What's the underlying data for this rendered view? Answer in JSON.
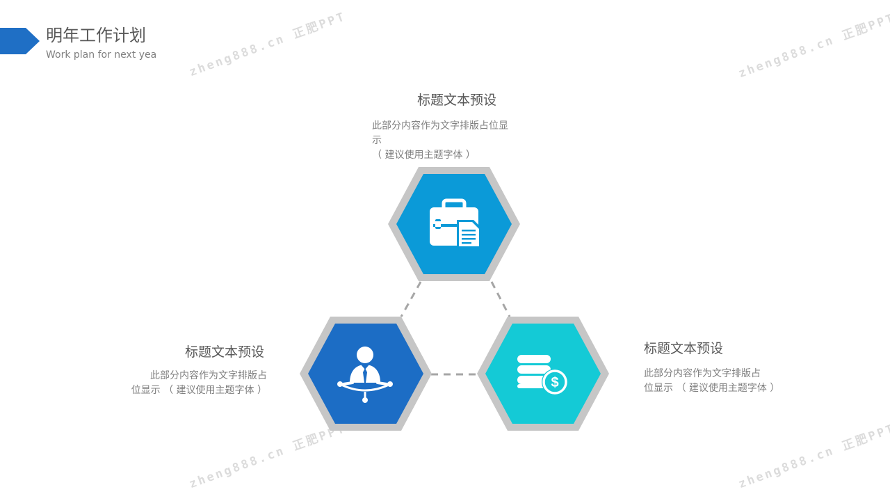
{
  "header": {
    "title": "明年工作计划",
    "subtitle": "Work plan for next yea"
  },
  "watermark": {
    "text": "zheng888.cn 正肥PPT"
  },
  "nodes": [
    {
      "id": "top",
      "title": "标题文本预设",
      "body_line1": "此部分内容作为文字排版占位显",
      "body_line2": "示",
      "body_line3": "（ 建议使用主题字体 ）",
      "fill": "#0b9ad8",
      "icon": "briefcase-document-icon"
    },
    {
      "id": "left",
      "title": "标题文本预设",
      "body_line1": "此部分内容作为文字排版占",
      "body_line2": "位显示 （ 建议使用主题字体 ）",
      "fill": "#1c6dc5",
      "icon": "businessman-icon"
    },
    {
      "id": "right",
      "title": "标题文本预设",
      "body_line1": "此部分内容作为文字排版占",
      "body_line2": "位显示 （ 建议使用主题字体 ）",
      "fill": "#14cad6",
      "icon": "coins-dollar-icon"
    }
  ],
  "colors": {
    "accent": "#1f6fc5",
    "hex_border": "#c6c6c6",
    "connector": "#a6a6a6"
  }
}
